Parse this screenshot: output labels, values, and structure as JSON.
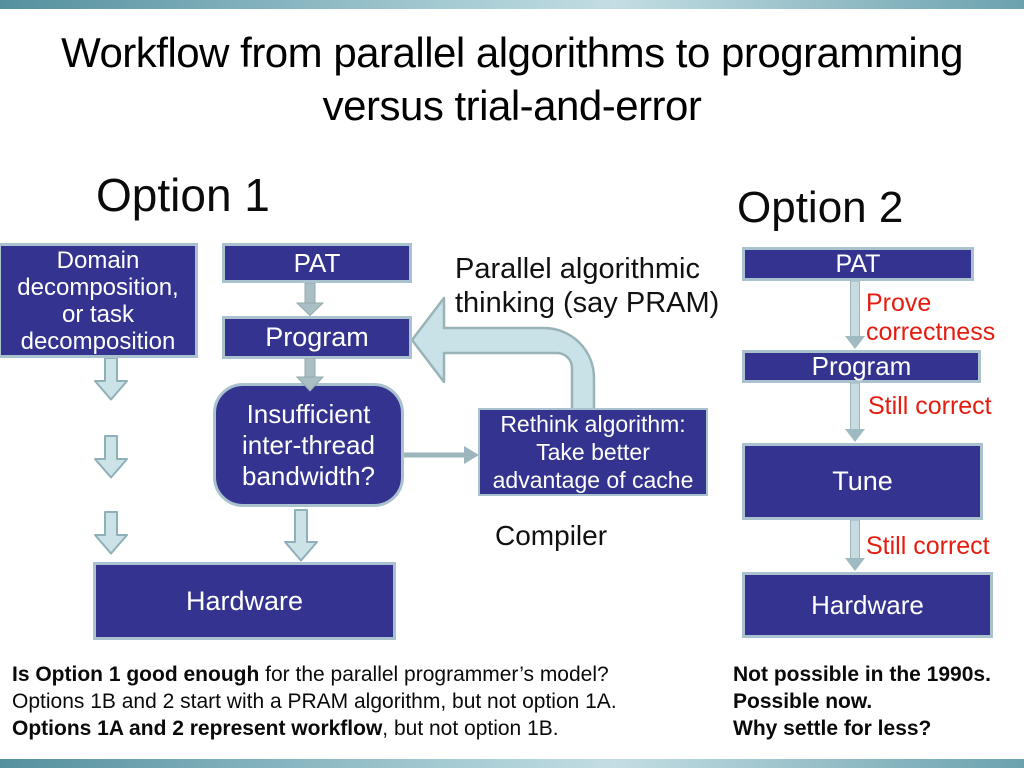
{
  "page": {
    "title_line1": "Workflow from parallel algorithms to programming",
    "title_line2": "versus trial-and-error"
  },
  "option1": {
    "heading": "Option 1",
    "domain_lines": [
      "Domain",
      "decomposition,",
      "or task",
      "decomposition"
    ],
    "pat_label": "PAT",
    "program_label": "Program",
    "bottleneck_lines": [
      "Insufficient",
      "inter-thread",
      "bandwidth?"
    ],
    "hardware_label": "Hardware"
  },
  "center": {
    "pram_lines": [
      "Parallel algorithmic",
      "thinking (say PRAM)"
    ],
    "rethink_lines": [
      "Rethink algorithm:",
      "Take better",
      "advantage of cache"
    ],
    "compiler_label": "Compiler"
  },
  "option2": {
    "heading": "Option 2",
    "pat_label": "PAT",
    "program_label": "Program",
    "tune_label": "Tune",
    "hardware_label": "Hardware",
    "prove_note": "Prove correctness",
    "still_note_1": "Still correct",
    "still_note_2": "Still correct"
  },
  "footer": {
    "left_line1_bold": "Is Option 1 good enough",
    "left_line1_rest": " for the parallel programmer’s model?",
    "left_line2": "Options 1B and 2 start with a PRAM algorithm, but not option 1A.",
    "left_line3_bold": "Options 1A and 2 represent workflow",
    "left_line3_rest": ", but not option 1B.",
    "right_line1": "Not possible in the 1990s.",
    "right_line2": "Possible now.",
    "right_line3": "Why settle for less?"
  },
  "colors": {
    "box_fill": "#343490",
    "box_border": "#A9C2CE",
    "arrow_fill": "#CBE2E7",
    "arrow_stroke": "#8FB0B8",
    "connector_gray": "#A3BBC1",
    "red_text": "#E51C10",
    "accent_teal": "#54909E"
  }
}
